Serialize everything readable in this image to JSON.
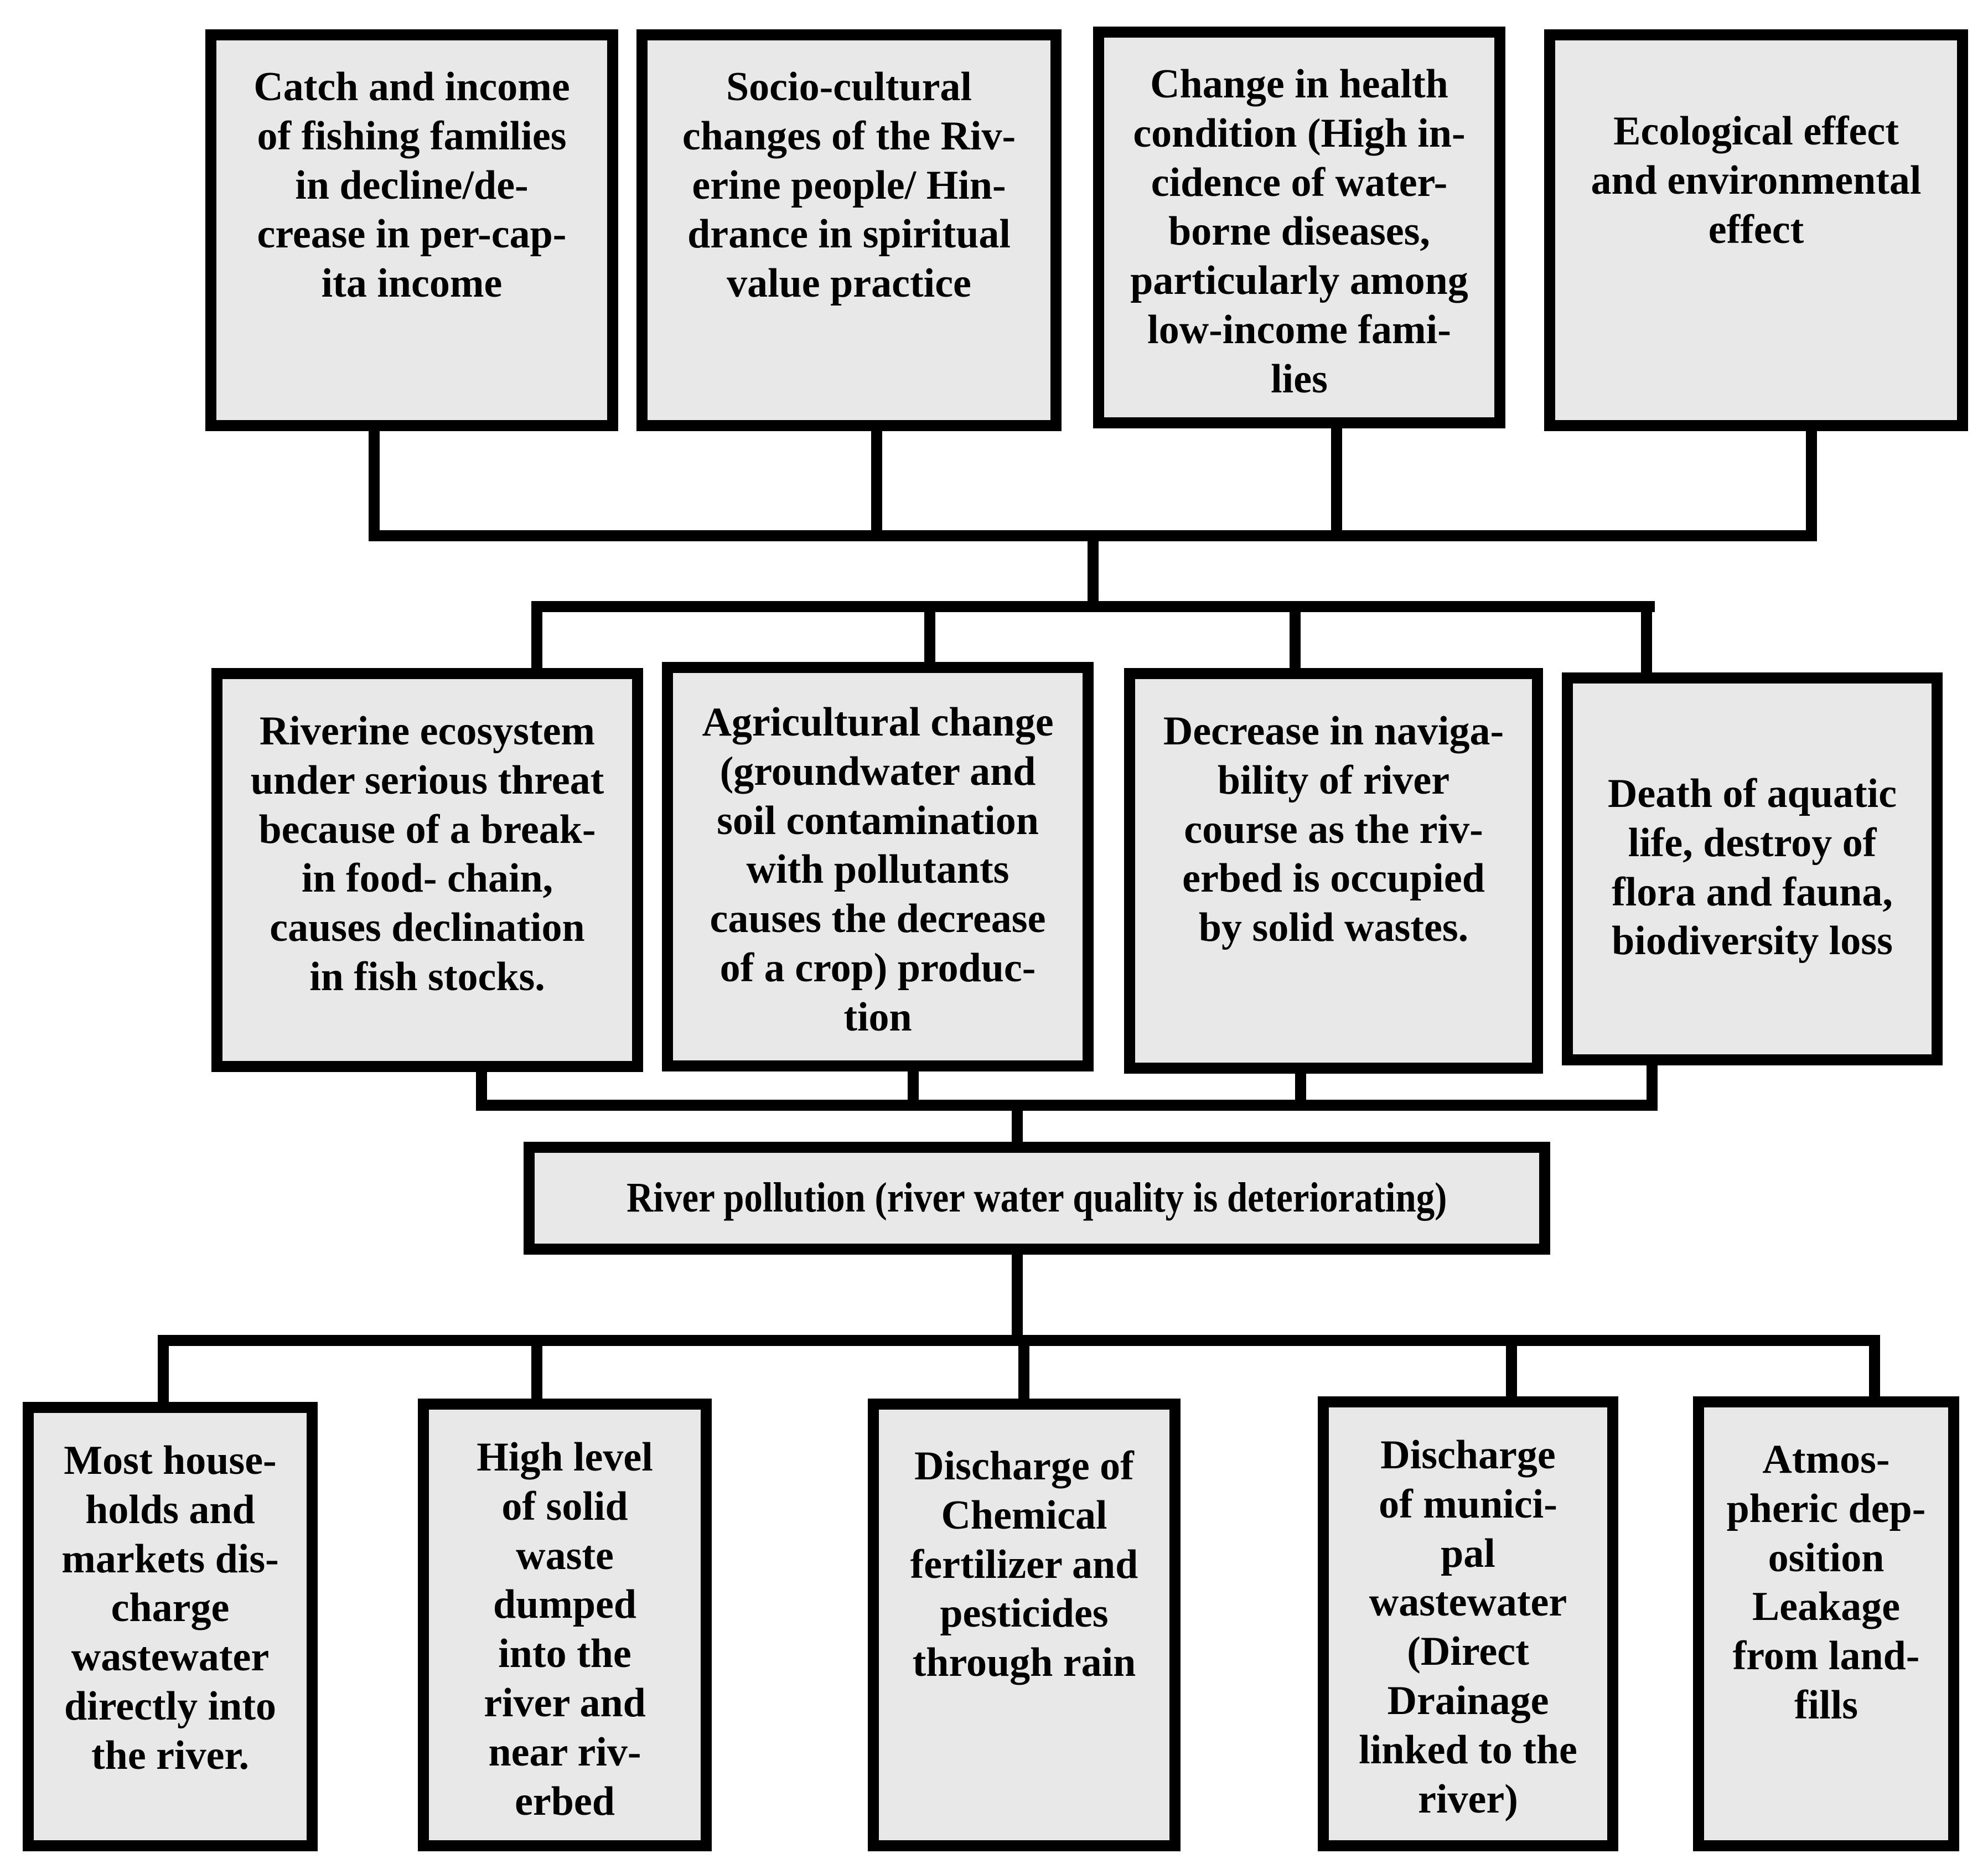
{
  "diagram": {
    "type": "cause-effect flowchart",
    "colors": {
      "background": "#ffffff",
      "box_fill": "#e8e8e8",
      "box_border": "#000000",
      "connector_line": "#000000",
      "text": "#000000"
    },
    "level2_effects": {
      "boxes": [
        {
          "text": "Catch and income\nof fishing families\nin decline/de-\ncrease in per-cap-\nita income"
        },
        {
          "text": "Socio-cultural\nchanges of the Riv-\nerine people/ Hin-\ndrance in spiritual\nvalue practice"
        },
        {
          "text": "Change in health\ncondition (High in-\ncidence of water-\nborne diseases,\nparticularly among\nlow-income fami-\nlies"
        },
        {
          "text": "Ecological effect\nand environmental\neffect"
        }
      ]
    },
    "level1_effects": {
      "boxes": [
        {
          "text": "Riverine ecosystem\nunder serious threat\nbecause of a break-\nin food- chain,\ncauses declination\nin fish stocks."
        },
        {
          "text": "Agricultural change\n(groundwater and\nsoil contamination\nwith pollutants\ncauses the decrease\nof a crop) produc-\ntion"
        },
        {
          "text": "Decrease in naviga-\nbility of river\ncourse as the riv-\nerbed is occupied\nby solid wastes."
        },
        {
          "text": "Death of aquatic\nlife, destroy of\nflora and fauna,\nbiodiversity loss"
        }
      ]
    },
    "core_problem": {
      "text": "River pollution (river water quality is deteriorating)"
    },
    "causes": {
      "boxes": [
        {
          "text": "Most house-\nholds and\nmarkets dis-\ncharge\nwastewater\ndirectly into\nthe river."
        },
        {
          "text": "High level\nof solid\nwaste\ndumped\ninto the\nriver and\nnear riv-\nerbed"
        },
        {
          "text": "Discharge of\nChemical\nfertilizer and\npesticides\nthrough rain"
        },
        {
          "text": "Discharge\nof munici-\npal\nwastewater\n(Direct\nDrainage\nlinked to the\nriver)"
        },
        {
          "text": "Atmos-\npheric dep-\nosition\nLeakage\nfrom land-\nfills"
        }
      ]
    }
  }
}
